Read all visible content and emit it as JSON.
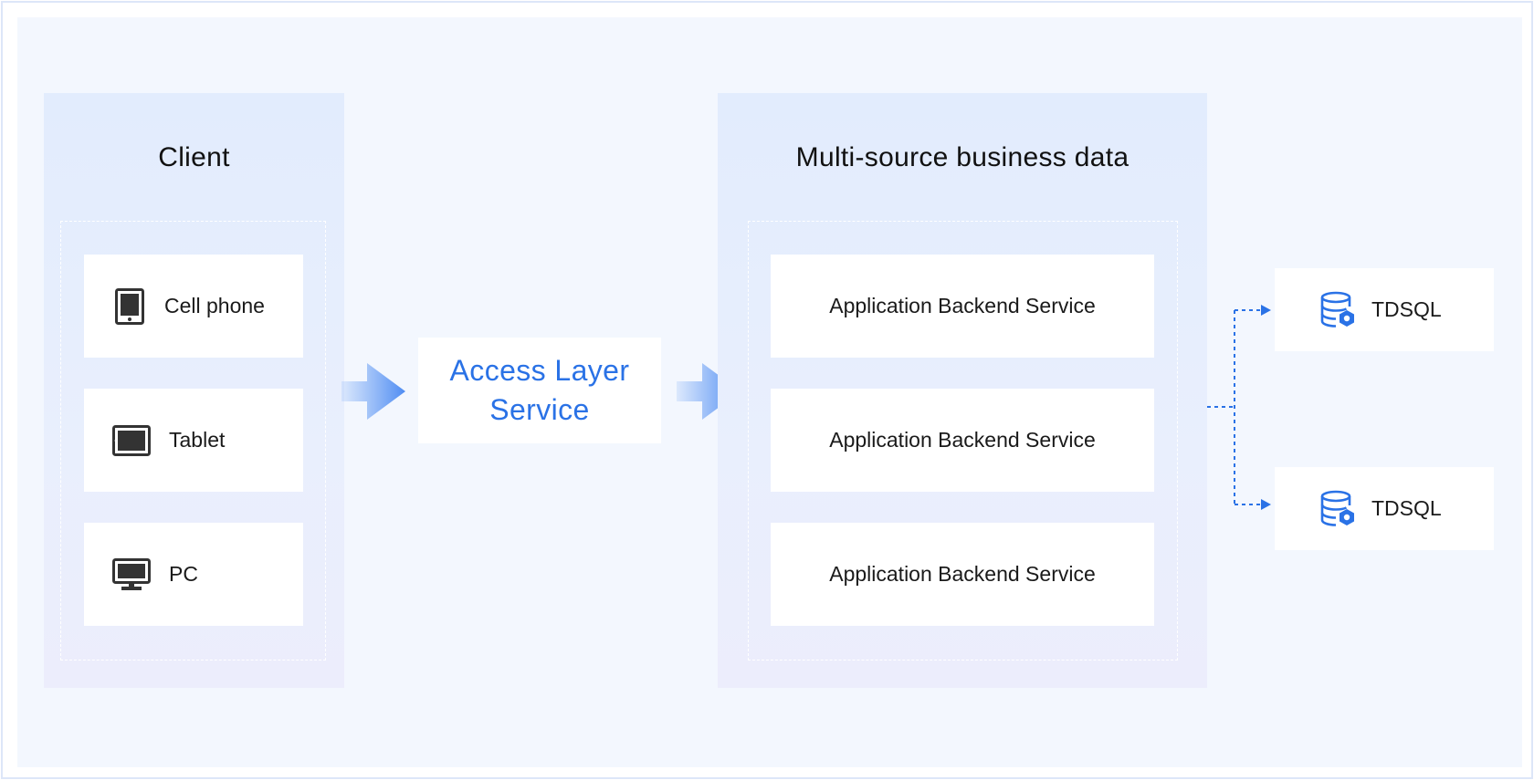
{
  "client": {
    "title": "Client",
    "devices": [
      {
        "label": "Cell phone",
        "icon": "cell-phone-icon"
      },
      {
        "label": "Tablet",
        "icon": "tablet-icon"
      },
      {
        "label": "PC",
        "icon": "pc-monitor-icon"
      }
    ]
  },
  "access_layer": {
    "line1": "Access Layer",
    "line2": "Service"
  },
  "business": {
    "title": "Multi-source business data",
    "services": [
      {
        "label": "Application Backend Service"
      },
      {
        "label": "Application Backend Service"
      },
      {
        "label": "Application Backend Service"
      }
    ]
  },
  "databases": [
    {
      "label": "TDSQL",
      "icon": "database-icon"
    },
    {
      "label": "TDSQL",
      "icon": "database-icon"
    }
  ],
  "colors": {
    "accent": "#2a72e6",
    "panel": "#e2ecfd",
    "canvas": "#f3f7fe",
    "arrow": "#5b96f4",
    "connector": "#2a72e6",
    "icon_dark": "#333333"
  }
}
